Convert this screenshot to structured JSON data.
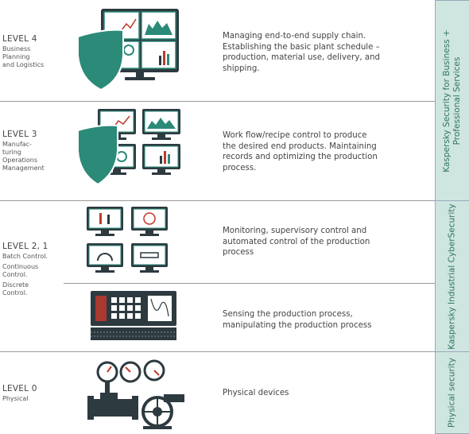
{
  "levels": [
    {
      "title": "LEVEL 4",
      "sub": [
        "Business",
        "Planning",
        "and Logistics"
      ],
      "desc": [
        "Managing end-to-end supply chain.",
        "Establishing the basic plant schedule –",
        "production, material use, delivery, and",
        "shipping."
      ]
    },
    {
      "title": "LEVEL 3",
      "sub": [
        "Manufac-",
        "turing",
        "Operations",
        "Management"
      ],
      "desc": [
        "Work flow/recipe control to produce",
        "the desired end products. Maintaining",
        "records and optimizing the production",
        "process."
      ]
    },
    {
      "title": "LEVEL 2, 1",
      "sub": [
        "Batch Control.",
        "Continuous",
        "Control.",
        "Discrete",
        "Control."
      ],
      "desc": [
        "Monitoring, supervisory control and",
        "automated control of the production",
        "process"
      ],
      "desc2": [
        "Sensing the production process,",
        "manipulating the production process"
      ]
    },
    {
      "title": "LEVEL 0",
      "sub": [
        "Physical"
      ],
      "desc": [
        "Physical devices"
      ]
    }
  ],
  "sidebar": {
    "top": [
      "Kaspersky Security for Business +",
      "Professional Services"
    ],
    "middle": "Kaspersky Industrial CyberSecurity",
    "bottom": "Physical security"
  },
  "colors": {
    "teal": "#2b8a78",
    "dark": "#2d3a40",
    "sidebar_bg": "#cfe5e0",
    "sidebar_text": "#2f7466",
    "accent_red": "#c0392b"
  }
}
